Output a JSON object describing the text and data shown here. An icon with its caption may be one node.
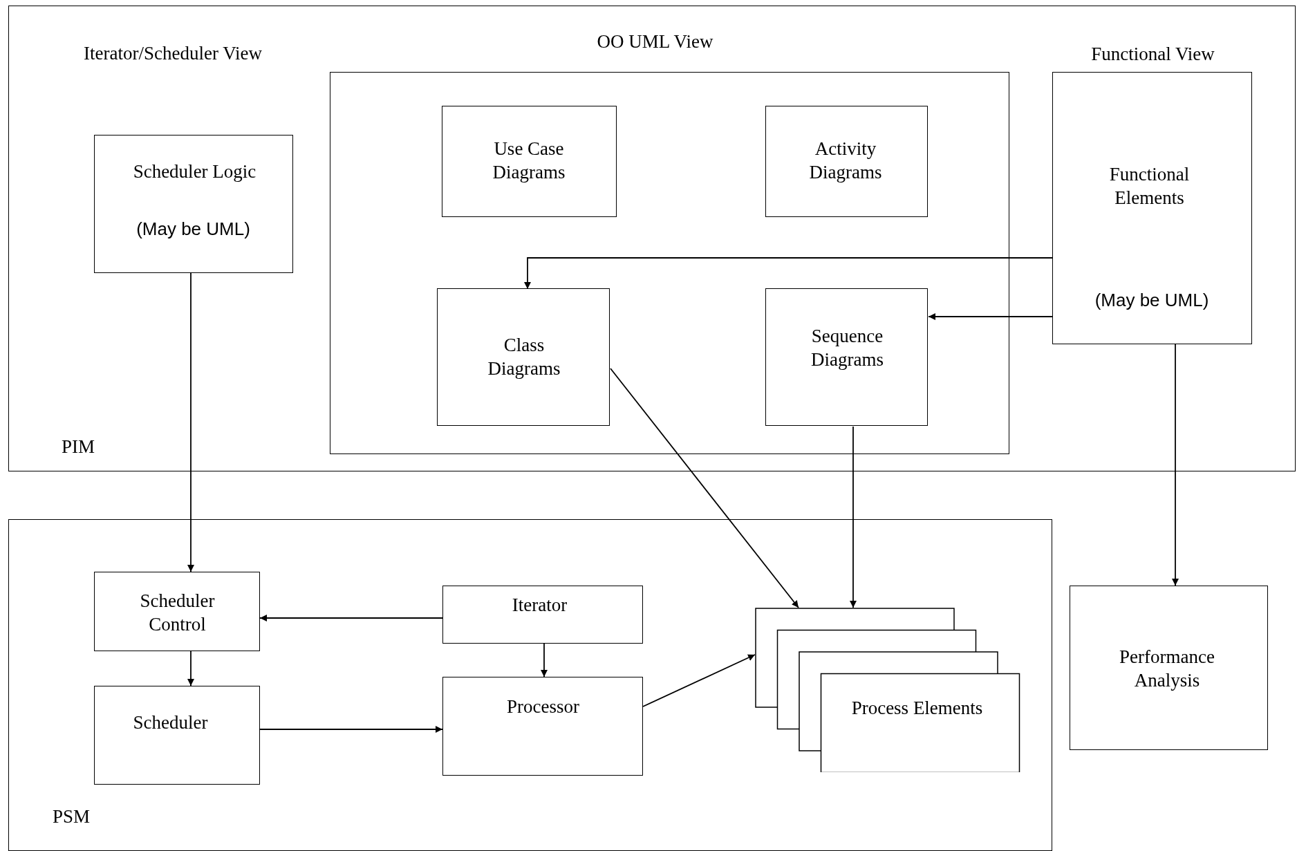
{
  "diagram": {
    "nodes": [
      {
        "text": [
          "PIM"
        ]
      },
      {
        "text": [
          "Scheduler Logic",
          "(May be UML)"
        ],
        "in": 0
      },
      {
        "text": [
          "OO UML View"
        ],
        "in": 0
      },
      {
        "text": [
          "Use Case Diagrams"
        ],
        "in": 2
      },
      {
        "text": [
          "Activity Diagrams"
        ],
        "in": 2
      },
      {
        "text": [
          "Class Diagrams"
        ],
        "in": 2
      },
      {
        "text": [
          "Sequence Diagrams"
        ],
        "in": 2
      },
      {
        "text": [
          "Functional View",
          "Functional Elements",
          "(May be UML)"
        ],
        "in": 0
      },
      {
        "text": [
          "PSM"
        ]
      },
      {
        "text": [
          "Scheduler Control"
        ],
        "in": 8
      },
      {
        "text": [
          "Iterator"
        ],
        "in": 8
      },
      {
        "text": [
          "Scheduler"
        ],
        "in": 8
      },
      {
        "text": [
          "Processor"
        ],
        "in": 8
      },
      {
        "text": [
          "Process Elements"
        ],
        "in": 8
      },
      {
        "text": [
          "Performance Analysis"
        ]
      }
    ],
    "edges": [
      {
        "from": 7,
        "to": 5,
        "arrow": "to"
      },
      {
        "from": 7,
        "to": 6,
        "arrow": "to"
      },
      {
        "from": 7,
        "to": 14,
        "arrow": "to"
      },
      {
        "from": 1,
        "to": 9,
        "arrow": "to"
      },
      {
        "from": 5,
        "to": 13,
        "arrow": "to"
      },
      {
        "from": 6,
        "to": 13,
        "arrow": "to"
      },
      {
        "from": 10,
        "to": 9,
        "arrow": "to"
      },
      {
        "from": 9,
        "to": 11,
        "arrow": "to"
      },
      {
        "from": 10,
        "to": 12,
        "arrow": "to"
      },
      {
        "from": 11,
        "to": 12,
        "arrow": "to"
      },
      {
        "from": 12,
        "to": 13,
        "arrow": "to"
      }
    ],
    "labels": [
      "Iterator/Scheduler View"
    ]
  }
}
